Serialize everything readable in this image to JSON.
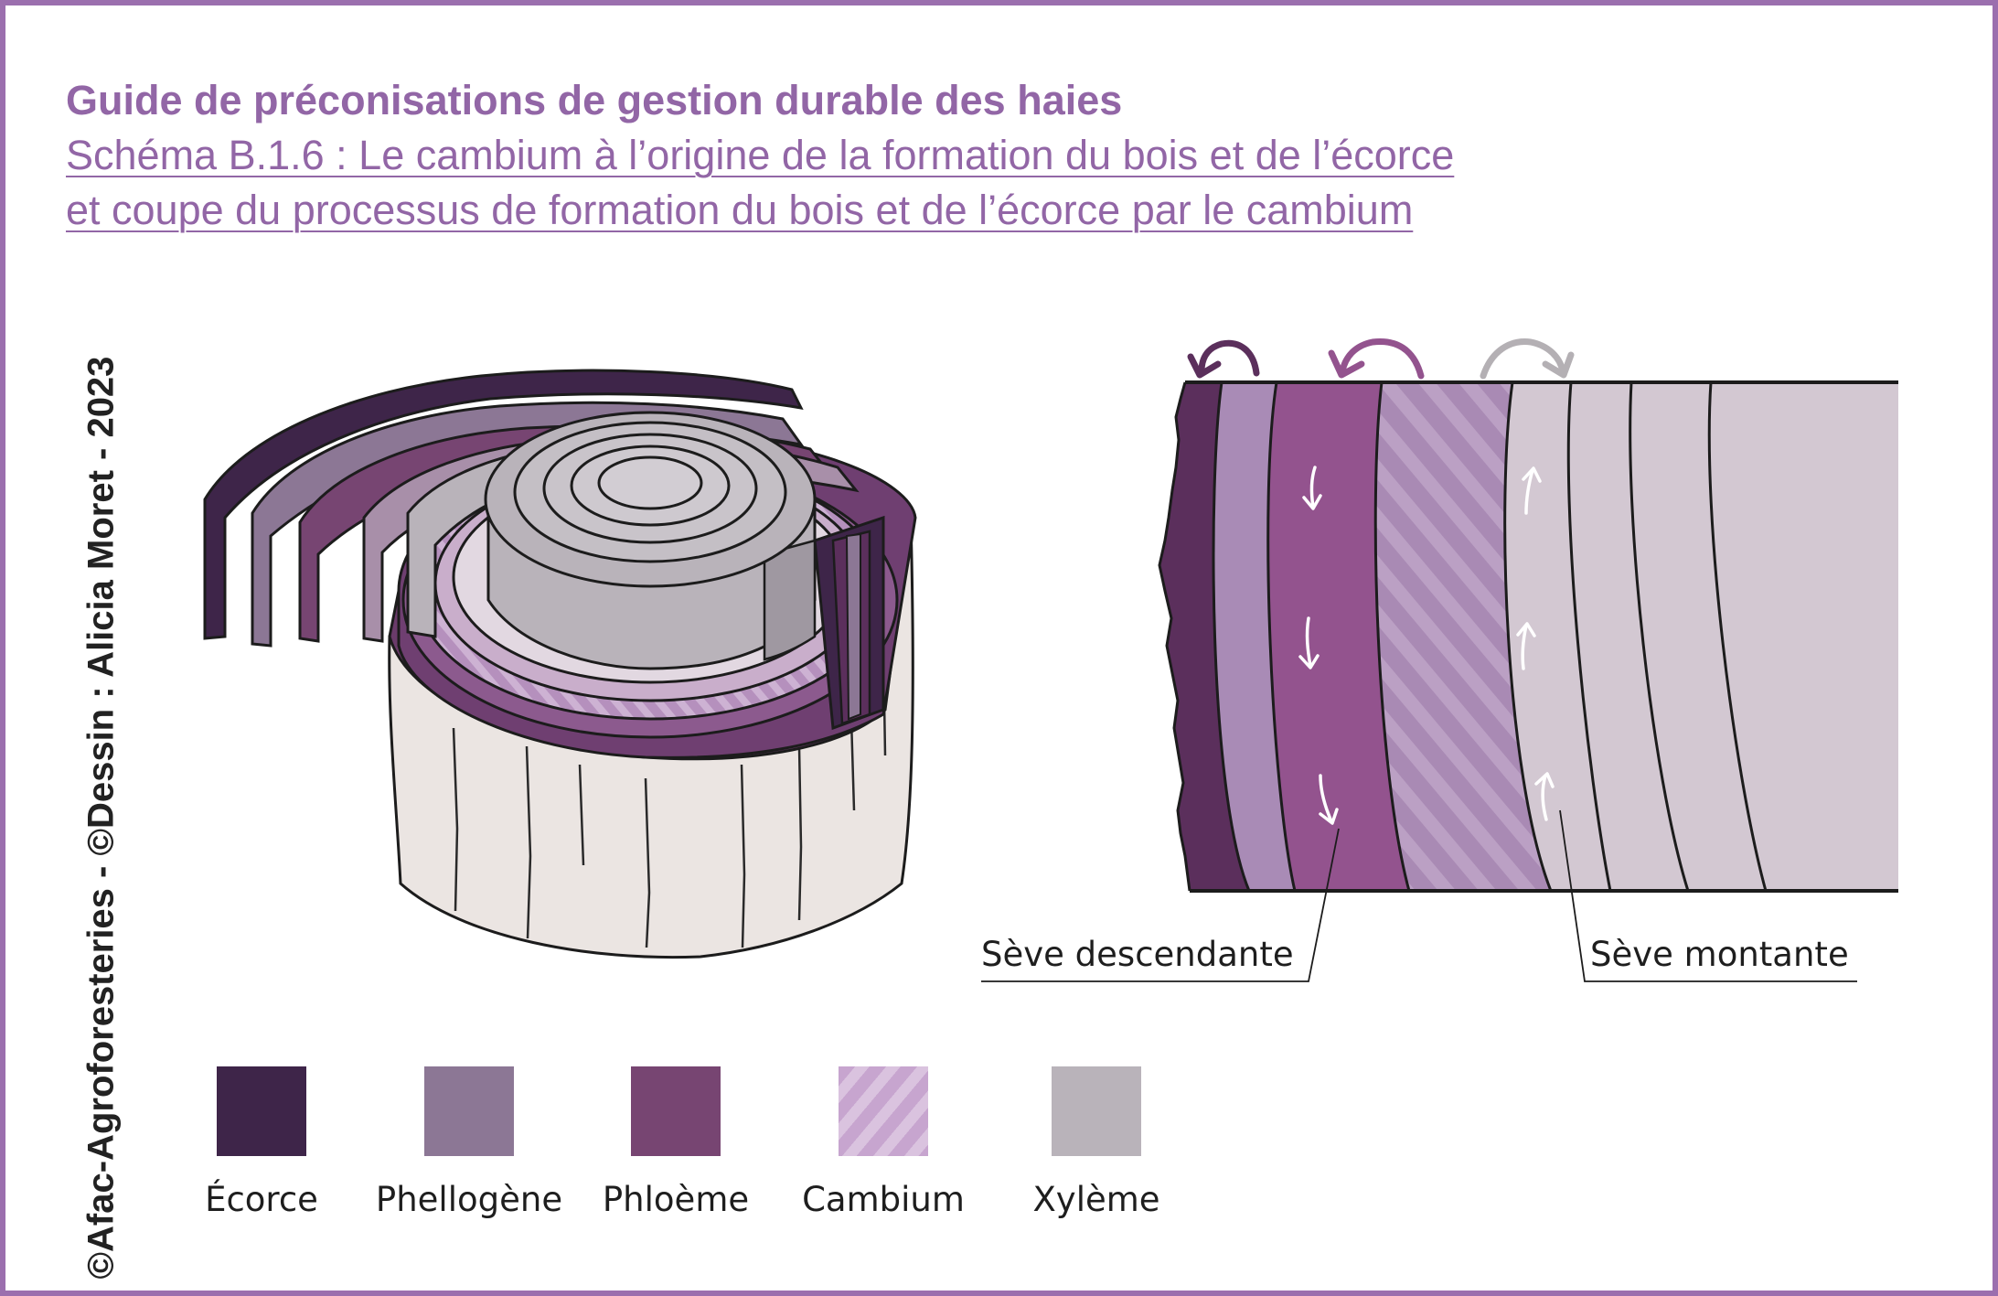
{
  "header": {
    "title": "Guide de préconisations de gestion durable des haies",
    "subtitle_line1": "Schéma B.1.6 : Le cambium à l’origine de la formation du bois et de l’écorce",
    "subtitle_line2": "et coupe du processus de formation du bois et de l’écorce par le cambium"
  },
  "credit": "©Afac-Agroforesteries - ©Dessin : Alicia Moret - 2023",
  "section_view": {
    "label_left": "Sève descendante",
    "label_right": "Sève montante"
  },
  "legend": [
    {
      "label": "Écorce",
      "color": "#3e2549",
      "pattern": "solid"
    },
    {
      "label": "Phellogène",
      "color": "#8c7795",
      "pattern": "solid"
    },
    {
      "label": "Phloème",
      "color": "#774572",
      "pattern": "solid"
    },
    {
      "label": "Cambium",
      "color": "#c7a5cf",
      "pattern": "stripes"
    },
    {
      "label": "Xylème",
      "color": "#b9b3ba",
      "pattern": "solid"
    }
  ],
  "colors": {
    "frame": "#9b6fae",
    "title": "#9266a6",
    "bark_section": "#5b2f5c",
    "phellogen_section": "#a98bb6",
    "phloem_section": "#93538e",
    "cambium_section": "#b395bd",
    "xylem_section": "#d3c8d2",
    "trunk": "#ebe5e2"
  }
}
